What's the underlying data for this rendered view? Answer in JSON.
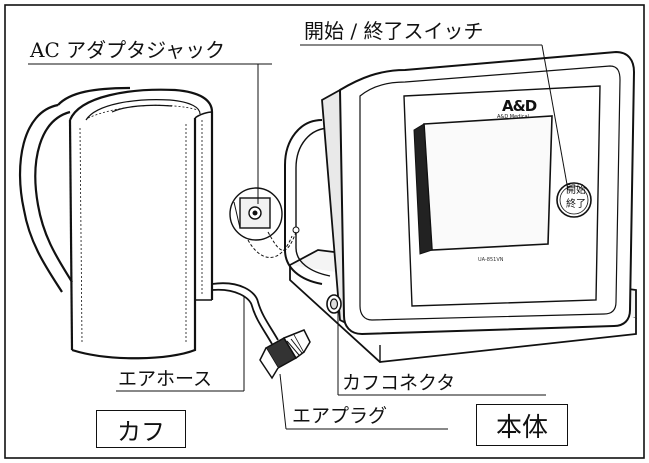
{
  "labels": {
    "ac_adapter_jack": "AC アダプタジャック",
    "start_stop_switch": "開始 / 終了スイッチ",
    "air_hose": "エアホース",
    "cuff_connector": "カフコネクタ",
    "air_plug": "エアプラグ"
  },
  "boxes": {
    "cuff": "カフ",
    "main_unit": "本体"
  },
  "device": {
    "brand": "A&D",
    "brand_sub": "A&D Medical",
    "model": "UA-851VN",
    "button_line1": "開始",
    "button_line2": "終了"
  }
}
